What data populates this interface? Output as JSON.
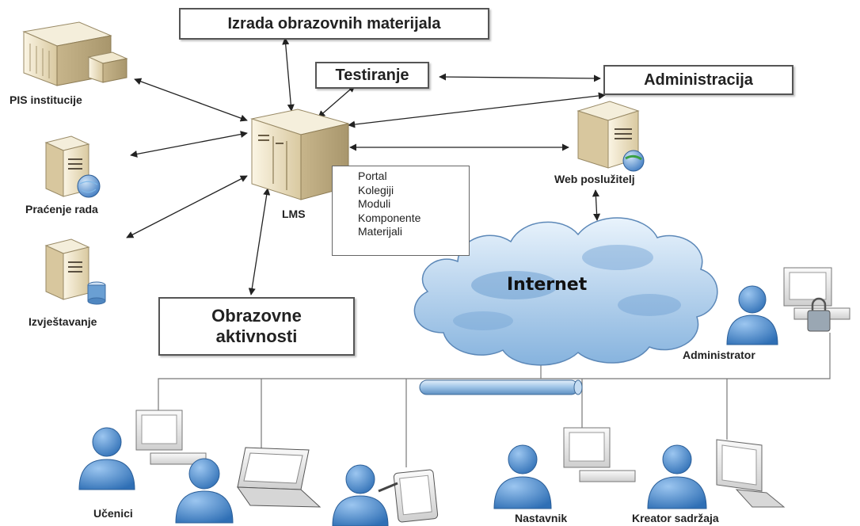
{
  "boxes": {
    "izrada": "Izrada obrazovnih materijala",
    "testiranje": "Testiranje",
    "administracija": "Administracija",
    "obrazovne_line1": "Obrazovne",
    "obrazovne_line2": "aktivnosti"
  },
  "nodes": {
    "pis": "PIS institucije",
    "pracenje": "Praćenje rada",
    "izvjestavanje": "Izvještavanje",
    "lms": "LMS",
    "web": "Web poslužitelj",
    "internet": "Internet",
    "administrator": "Administrator",
    "ucenici": "Učenici",
    "nastavnik": "Nastavnik",
    "kreator": "Kreator sadržaja"
  },
  "lms_items": [
    "Portal",
    "Kolegiji",
    "Moduli",
    "Komponente",
    "Materijali"
  ],
  "colors": {
    "server_light": "#f3ead2",
    "server_dark": "#c9b78e",
    "person_blue": "#4a86c8",
    "cloud_blue": "#8fb9e3",
    "bus_blue": "#9cc3e6"
  }
}
